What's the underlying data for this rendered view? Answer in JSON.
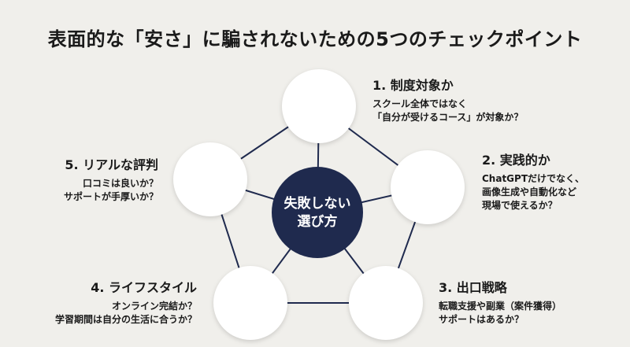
{
  "title": "表面的な「安さ」に騙されないための5つのチェックポイント",
  "center": {
    "line1": "失敗しない",
    "line2": "選び方"
  },
  "colors": {
    "background": "#f0efeb",
    "center": "#1f2a4e",
    "node": "#ffffff",
    "line": "#1f2a4e"
  },
  "points": [
    {
      "heading": "1. 制度対象か",
      "lines": [
        "スクール全体ではなく",
        "「自分が受けるコース」が対象か？"
      ]
    },
    {
      "heading": "2. 実践的か",
      "lines": [
        "ChatGPTだけでなく、",
        "画像生成や自動化など",
        "現場で使えるか？"
      ]
    },
    {
      "heading": "3. 出口戦略",
      "lines": [
        "転職支援や副業（案件獲得）",
        "サポートはあるか？"
      ]
    },
    {
      "heading": "4. ライフスタイル",
      "lines": [
        "オンライン完結か？",
        "学習期間は自分の生活に合うか？"
      ]
    },
    {
      "heading": "5. リアルな評判",
      "lines": [
        "口コミは良いか？",
        "サポートが手厚いか？"
      ]
    }
  ]
}
